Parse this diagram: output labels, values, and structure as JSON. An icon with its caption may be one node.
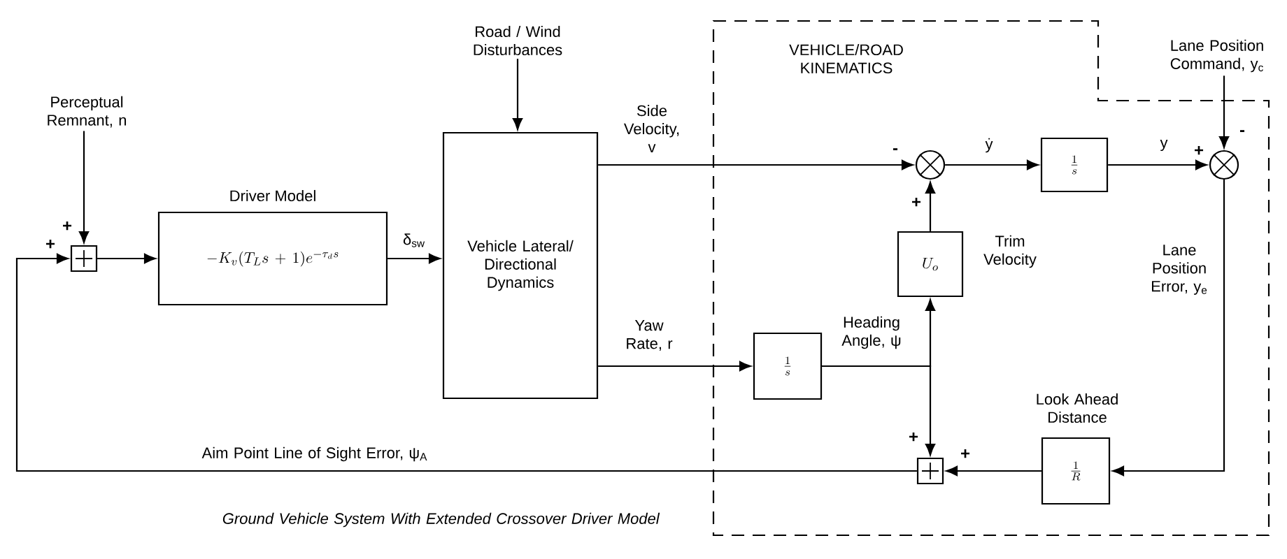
{
  "diagram": {
    "caption": "Ground Vehicle System With Extended Crossover Driver Model",
    "nodes": [
      {
        "text": [
          "VEHICLE/ROAD KINEMATICS"
        ]
      },
      {
        "text": [
          "Perceptual Remnant, n"
        ]
      },
      {
        "text": [],
        "shape": "box"
      },
      {
        "text": [
          "Driver Model",
          "-K_v(T_L s+1)e^{-\\tau_d s}"
        ]
      },
      {
        "text": [
          "Road / Wind Disturbances"
        ]
      },
      {
        "text": [
          "Vehicle Lateral/ Directional Dynamics"
        ]
      },
      {
        "text": [],
        "shape": "circle",
        "in": 0
      },
      {
        "text": [
          "\\frac{1}{s}"
        ],
        "in": 0
      },
      {
        "text": [],
        "shape": "circle",
        "in": 0
      },
      {
        "text": [
          "Lane Position Command, y$_{c}$"
        ]
      },
      {
        "text": [
          "U_o"
        ],
        "in": 0,
        "beside": [
          "Trim Velocity"
        ]
      },
      {
        "text": [
          "\\frac{1}{s}"
        ],
        "in": 0
      },
      {
        "text": [],
        "shape": "box",
        "in": 0
      },
      {
        "text": [
          "\\frac{1}{R}"
        ],
        "in": 0,
        "beside": [
          "Look Ahead Distance"
        ]
      }
    ],
    "edges": [
      {
        "from": 1,
        "to": 2,
        "arrow": "to"
      },
      {
        "from": 2,
        "to": 3,
        "arrow": "to"
      },
      {
        "from": 3,
        "to": 5,
        "arrow": "to",
        "label": "δ$_{sw}$"
      },
      {
        "from": 4,
        "to": 5,
        "arrow": "to"
      },
      {
        "from": 5,
        "to": 6,
        "arrow": "to",
        "label": "Side Velocity, v"
      },
      {
        "from": 6,
        "to": 7,
        "arrow": "to",
        "label": "ẏ"
      },
      {
        "from": 7,
        "to": 8,
        "arrow": "to",
        "label": "y"
      },
      {
        "from": 9,
        "to": 8,
        "arrow": "to"
      },
      {
        "from": 5,
        "to": 11,
        "arrow": "to",
        "label": "Yaw Rate, r"
      },
      {
        "from": 11,
        "to": 10,
        "arrow": "to",
        "label": "Heading Angle, ψ"
      },
      {
        "from": 11,
        "to": 12,
        "arrow": "to"
      },
      {
        "from": 10,
        "to": 6,
        "arrow": "to"
      },
      {
        "from": 8,
        "to": 13,
        "arrow": "to",
        "label": "Lane Position Error, y$_{e}$"
      },
      {
        "from": 13,
        "to": 12,
        "arrow": "to"
      },
      {
        "from": 12,
        "to": 2,
        "arrow": "to",
        "label": "Aim Point Line of Sight Error, ψ$_{A}$"
      }
    ],
    "labels": [
      "-",
      "-",
      "+",
      "+",
      "+",
      "+",
      "+",
      "+"
    ]
  }
}
